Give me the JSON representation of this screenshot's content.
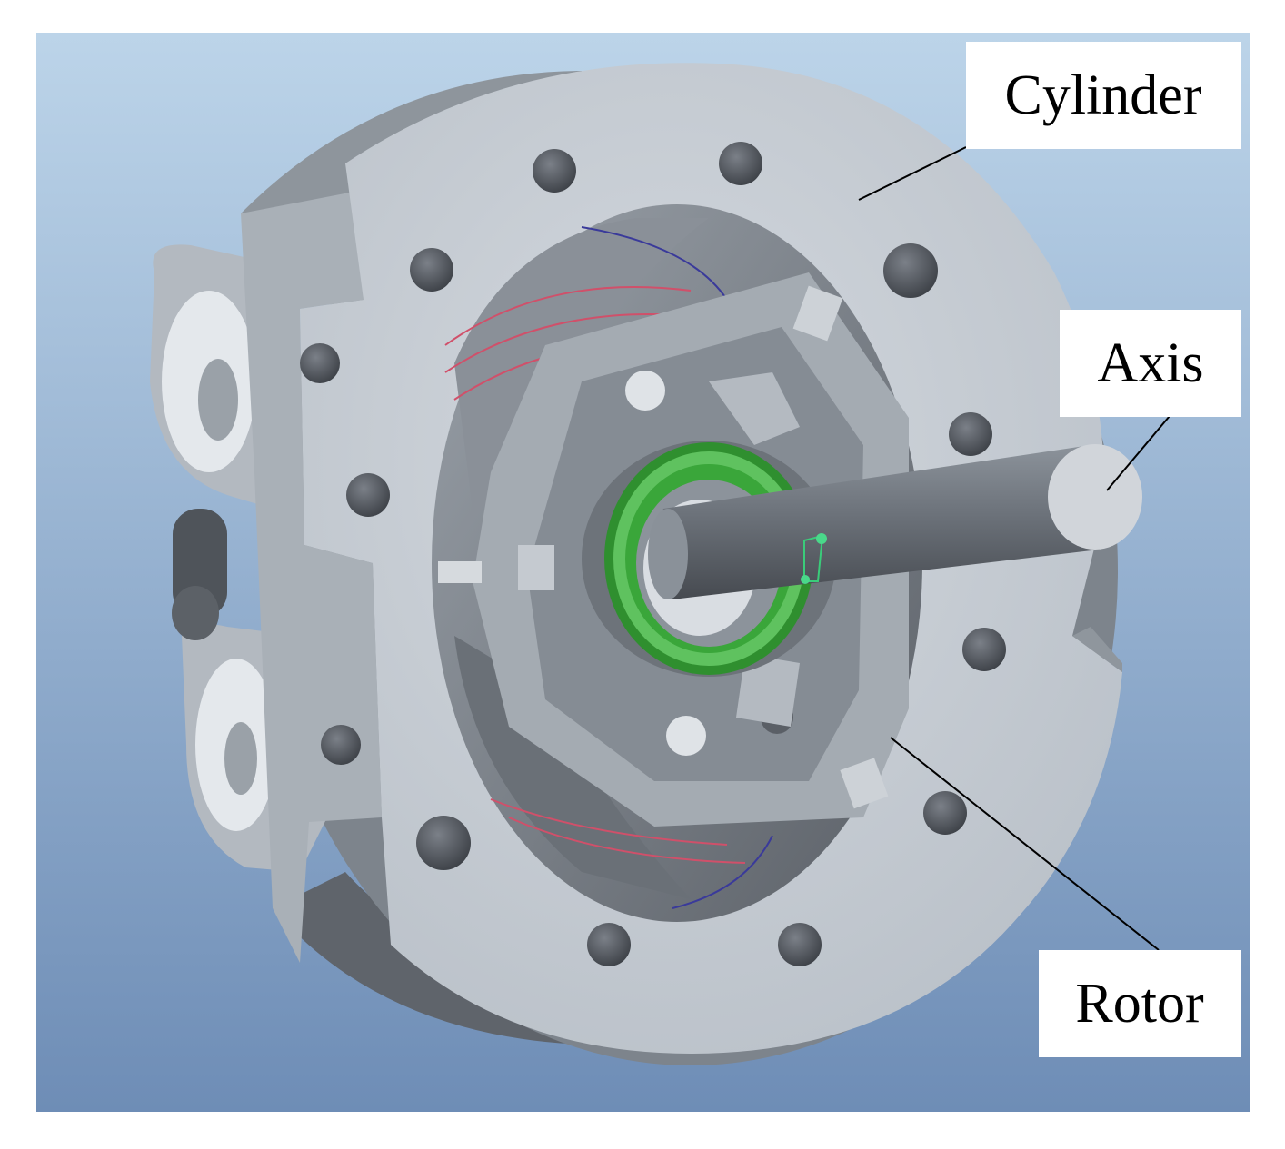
{
  "colors": {
    "background_top": "#b9d1e6",
    "background_bottom": "#6f8fb8",
    "metal_light": "#c6ccd3",
    "metal_mid": "#9ea5ad",
    "metal_dark": "#54595f",
    "seal_green": "#3aa63a",
    "trace_red": "#d0506a",
    "trace_blue": "#3a3a9a",
    "callout_line": "#000000"
  },
  "labels": {
    "cylinder": "Cylinder",
    "axis": "Axis",
    "rotor": "Rotor"
  }
}
